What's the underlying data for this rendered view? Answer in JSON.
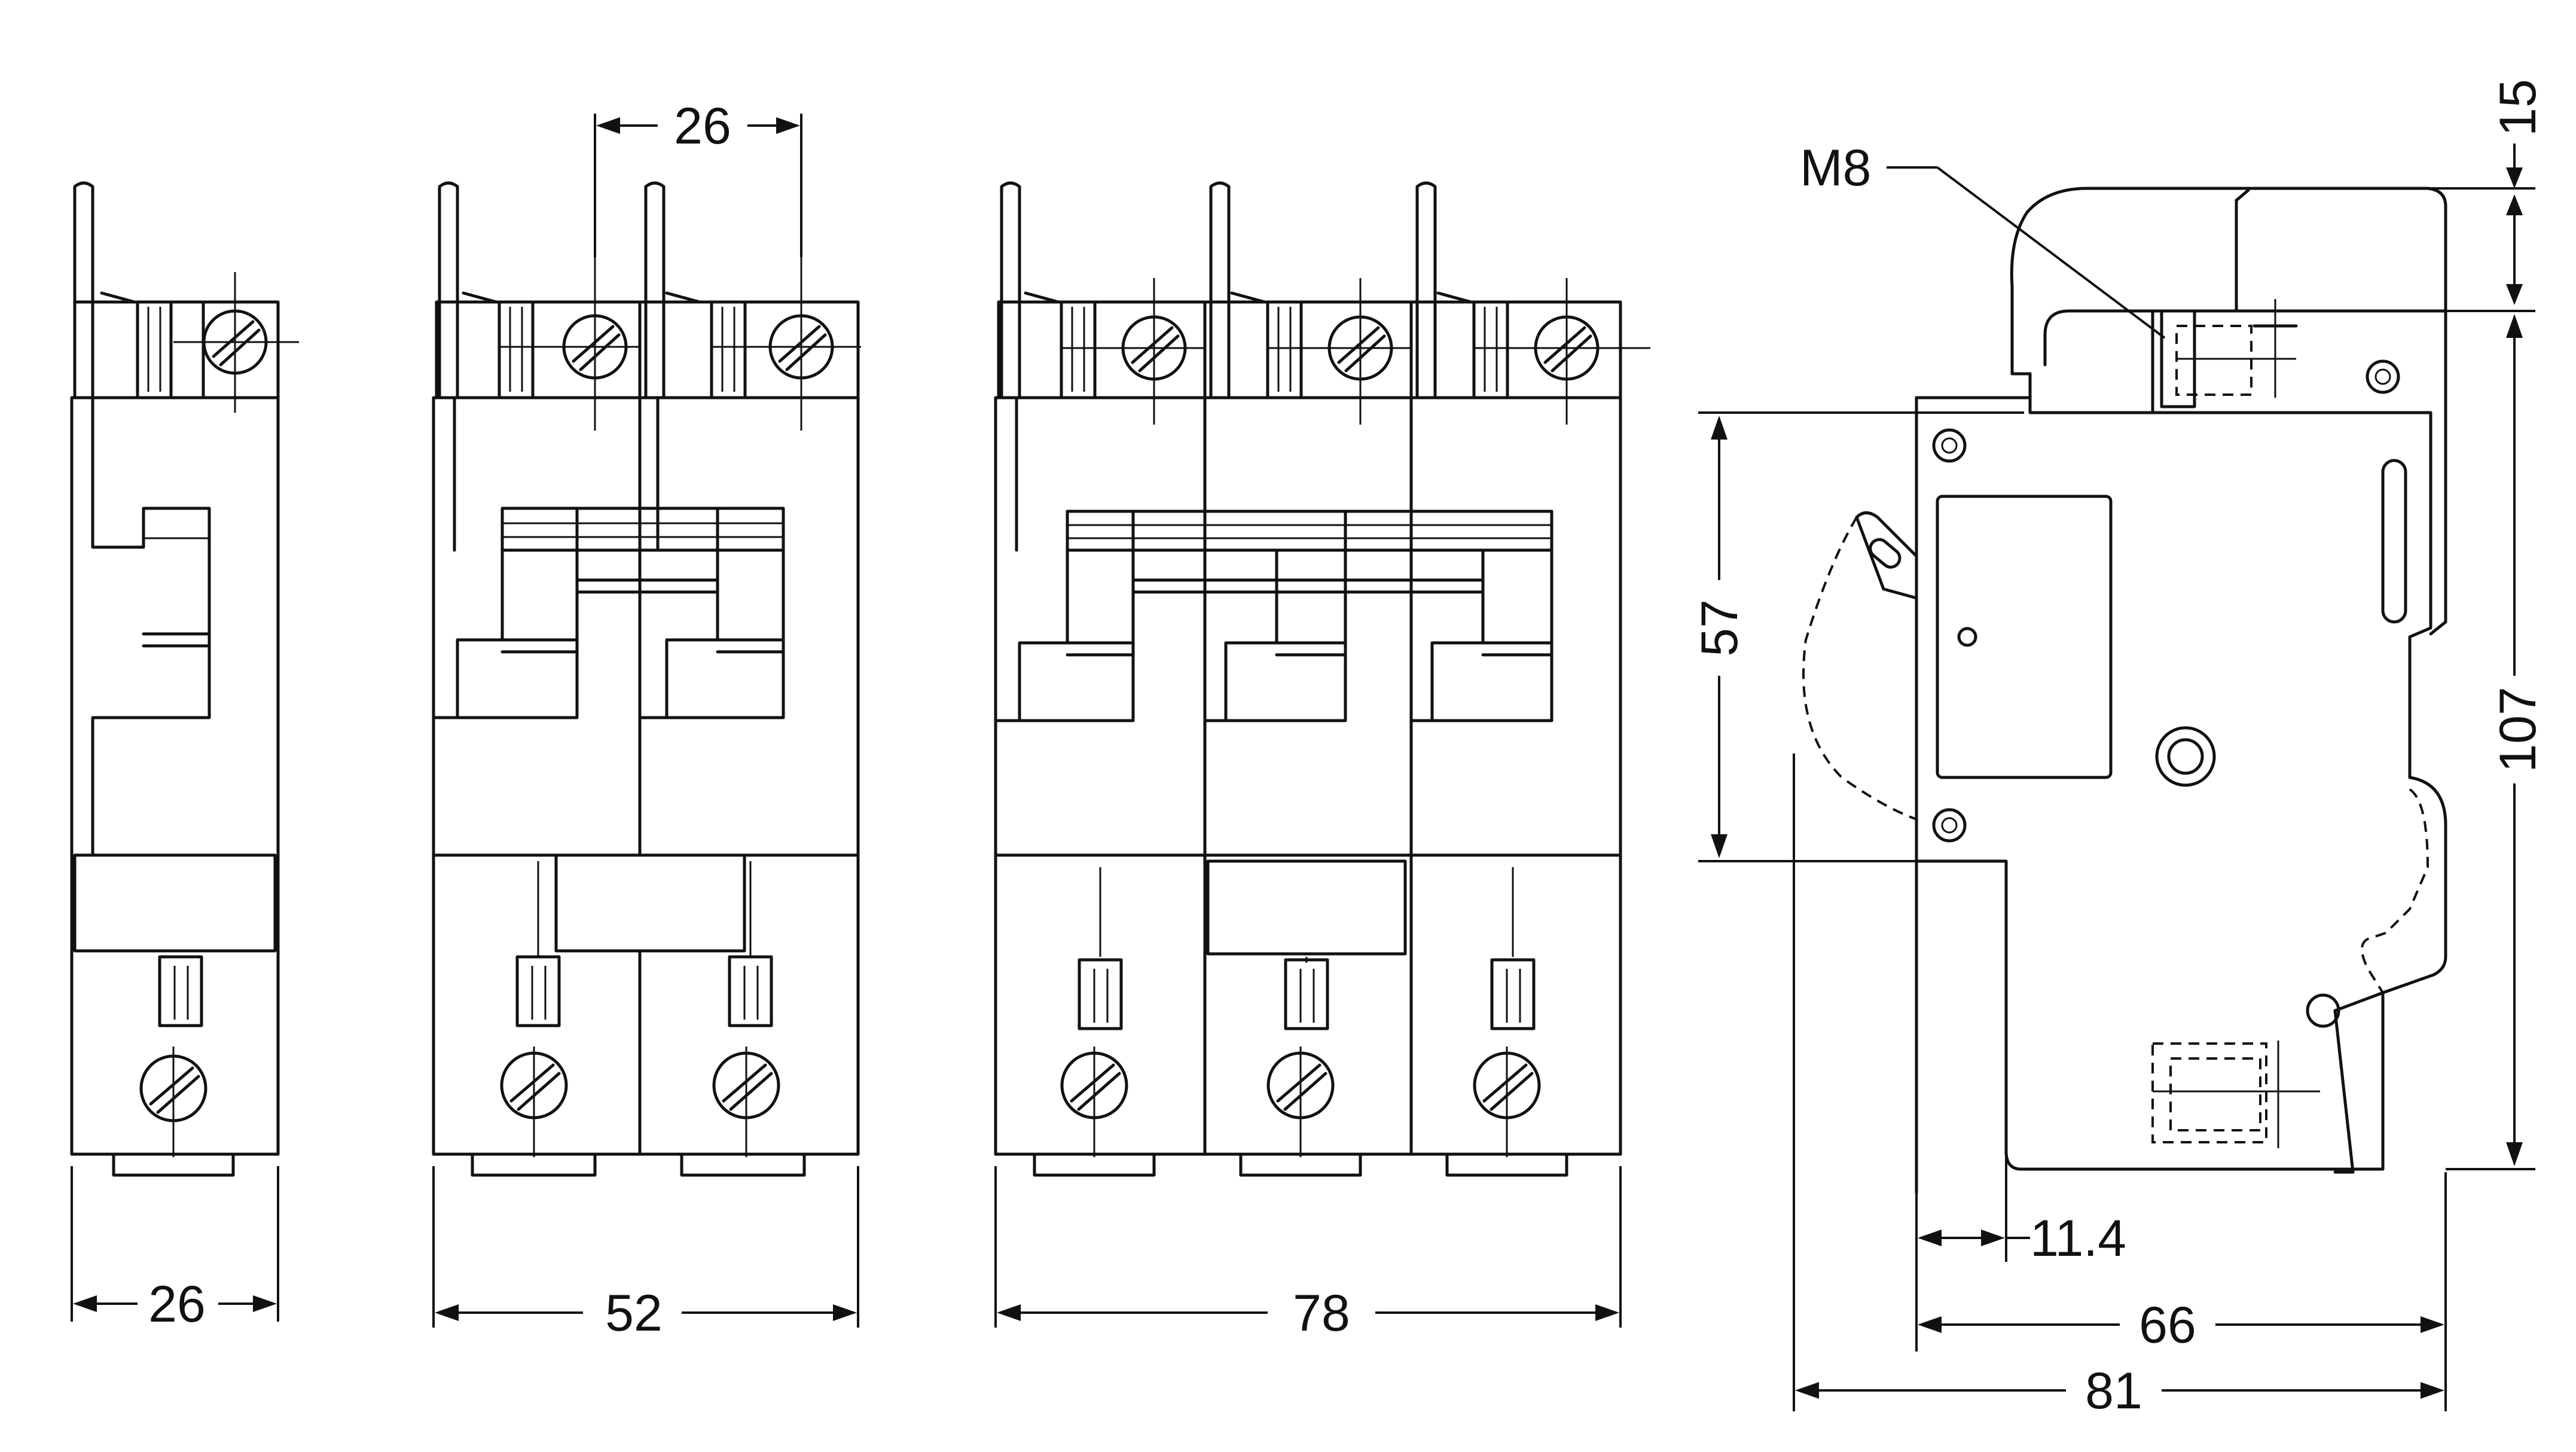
{
  "diagram": {
    "colors": {
      "ink": "#111111",
      "background": "#ffffff"
    },
    "front_views": {
      "one_pole": {
        "width_label": "26"
      },
      "two_pole": {
        "width_label": "52",
        "pitch_label": "26"
      },
      "three_pole": {
        "width_label": "78"
      }
    },
    "side_view": {
      "thread_label": "M8",
      "top_label": "15",
      "height_label": "107",
      "rail_label": "57",
      "offset_label": "11.4",
      "depth_label": "66",
      "overall_label": "81"
    }
  }
}
